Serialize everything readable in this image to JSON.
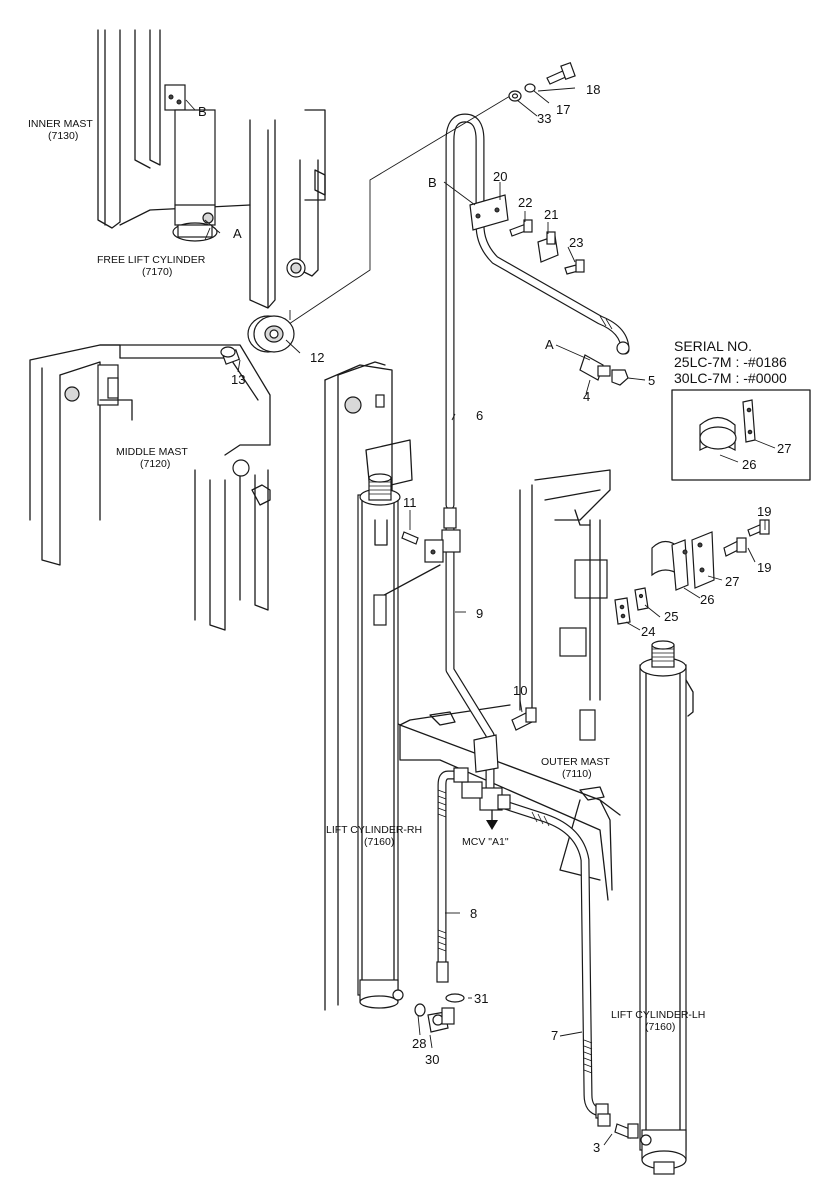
{
  "labels": {
    "inner_mast": "INNER MAST",
    "inner_mast_code": "(7130)",
    "free_lift_cylinder": "FREE LIFT CYLINDER",
    "free_lift_cylinder_code": "(7170)",
    "middle_mast": "MIDDLE MAST",
    "middle_mast_code": "(7120)",
    "outer_mast": "OUTER MAST",
    "outer_mast_code": "(7110)",
    "lift_cylinder_rh": "LIFT CYLINDER-RH",
    "lift_cylinder_rh_code": "(7160)",
    "lift_cylinder_lh": "LIFT CYLINDER-LH",
    "lift_cylinder_lh_code": "(7160)",
    "mcv": "MCV \"A1\"",
    "ref_a_1": "A",
    "ref_a_2": "A",
    "ref_b_1": "B",
    "ref_b_2": "B"
  },
  "serial": {
    "title": "SERIAL NO.",
    "line1": "25LC-7M : -#0186",
    "line2": "30LC-7M : -#0000"
  },
  "callouts": {
    "p3": "3",
    "p4": "4",
    "p5": "5",
    "p6": "6",
    "p7": "7",
    "p8": "8",
    "p9": "9",
    "p10": "10",
    "p11": "11",
    "p12": "12",
    "p13": "13",
    "p17": "17",
    "p18": "18",
    "p19a": "19",
    "p19b": "19",
    "p20": "20",
    "p21": "21",
    "p22": "22",
    "p23": "23",
    "p24": "24",
    "p25": "25",
    "p26a": "26",
    "p26b": "26",
    "p27a": "27",
    "p27b": "27",
    "p28": "28",
    "p30": "30",
    "p31": "31",
    "p33": "33"
  }
}
